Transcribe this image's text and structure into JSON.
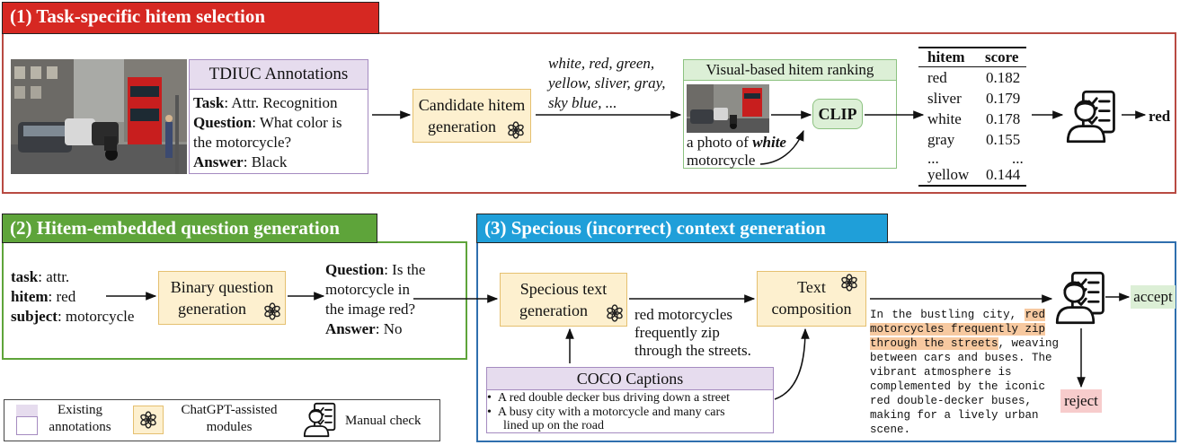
{
  "section1": {
    "title": "(1) Task-specific hitem selection",
    "annotations_header": "TDIUC Annotations",
    "task_label": "Task",
    "task_value": ": Attr. Recognition",
    "question_label": "Question",
    "question_value_1": ": What color is",
    "question_value_2": "the motorcycle?",
    "answer_label": "Answer",
    "answer_value": ": Black",
    "candidate_line1": "Candidate hitem",
    "candidate_line2": "generation",
    "colors_line1": "white, red, green,",
    "colors_line2": "yellow, sliver, gray,",
    "colors_line3": "sky blue, ...",
    "ranking_title": "Visual-based hitem ranking",
    "clip_label": "CLIP",
    "prompt_prefix": "a photo of ",
    "prompt_word": "white",
    "prompt_suffix": "motorcycle",
    "table": {
      "headers": [
        "hitem",
        "score"
      ],
      "rows": [
        [
          "red",
          "0.182"
        ],
        [
          "sliver",
          "0.179"
        ],
        [
          "white",
          "0.178"
        ],
        [
          "gray",
          "0.155"
        ],
        [
          "...",
          "..."
        ],
        [
          "yellow",
          "0.144"
        ]
      ]
    },
    "result": "red"
  },
  "section2": {
    "title": "(2) Hitem-embedded question generation",
    "task_label": "task",
    "task_value": ": attr.",
    "hitem_label": "hitem",
    "hitem_value": ": red",
    "subject_label": "subject",
    "subject_value": ": motorcycle",
    "binary_line1": "Binary question",
    "binary_line2": "generation",
    "q_label": "Question",
    "q_line1": ": Is the",
    "q_line2": "motorcycle in",
    "q_line3": "the image red?",
    "a_label": "Answer",
    "a_value": ": No"
  },
  "section3": {
    "title": "(3) Specious (incorrect) context generation",
    "specious_line1": "Specious text",
    "specious_line2": "generation",
    "generated_line1": "red motorcycles",
    "generated_line2": "frequently zip",
    "generated_line3": "through the streets.",
    "composition_line1": "Text",
    "composition_line2": "composition",
    "coco_header": "COCO Captions",
    "coco_items": [
      "A red double decker bus driving down a street",
      "A busy city with a motorcycle and many cars",
      "lined up on the road"
    ],
    "paragraph": {
      "l1_a": "In the bustling city, ",
      "l1_b": "red",
      "l2": "motorcycles frequently zip",
      "l3_a": "through the streets",
      "l3_b": ", weaving",
      "l4": "between cars and buses. The",
      "l5": "vibrant atmosphere is",
      "l6": "complemented by the iconic",
      "l7": "red double-decker buses,",
      "l8": "making for a lively urban",
      "l9": "scene."
    },
    "accept": "accept",
    "reject": "reject"
  },
  "legend": {
    "existing_line1": "Existing",
    "existing_line2": "annotations",
    "chatgpt_line1": "ChatGPT-assisted",
    "chatgpt_line2": "modules",
    "manual": "Manual check"
  },
  "colors": {
    "section1": "#d62822",
    "section2": "#5ea43a",
    "section3": "#1f9fd9",
    "frame3": "#2f6fae",
    "yellow": "#fdf0cf",
    "green": "#dcefd6",
    "purple": "#e6dcee",
    "highlight": "#f7c9a0",
    "reject": "#f7cccc"
  }
}
